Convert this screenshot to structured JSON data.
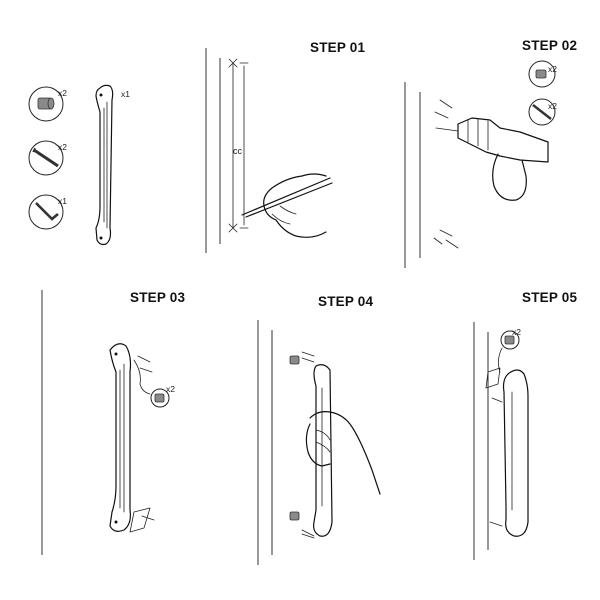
{
  "components": {
    "screw_small_qty": "x2",
    "screw_long_qty": "x2",
    "hex_key_qty": "x1",
    "handle_qty": "x1"
  },
  "step01": {
    "title": "STEP 01",
    "dimension_label": "cc"
  },
  "step02": {
    "title": "STEP 02",
    "screw_small_qty": "x2",
    "screw_long_qty": "x2"
  },
  "step03": {
    "title": "STEP 03",
    "screw_qty": "x2"
  },
  "step04": {
    "title": "STEP 04"
  },
  "step05": {
    "title": "STEP 05",
    "screw_qty": "x2"
  }
}
